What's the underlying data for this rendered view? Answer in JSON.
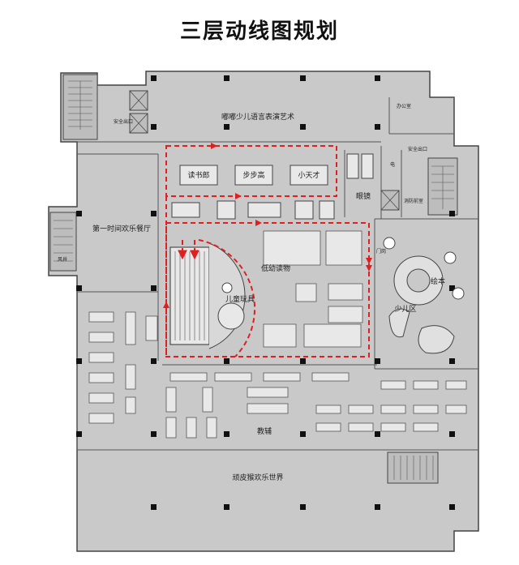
{
  "title": "三层动线图规划",
  "labels": {
    "music_art": "嘟嘟少儿语言表演艺术",
    "bookstore": "读书郎",
    "bubugao": "步步高",
    "xiaotiancai": "小天才",
    "glasses": "眼镜",
    "dining": "第一时间欢乐餐厅",
    "low_age_reading": "低幼读物",
    "toys": "儿童玩具",
    "picture_book": "绘本",
    "kids_zone": "少儿区",
    "supplies": "教辅",
    "playland": "顽皮猴欢乐世界",
    "office": "办公室",
    "exit1": "安全出口",
    "exit2": "安全出口",
    "door": "门岗",
    "elec": "电",
    "fire_room": "消防前室",
    "shaft": "风井"
  },
  "colors": {
    "floor": "#c9c9c9",
    "wall": "#444444",
    "route": "#e02020"
  }
}
